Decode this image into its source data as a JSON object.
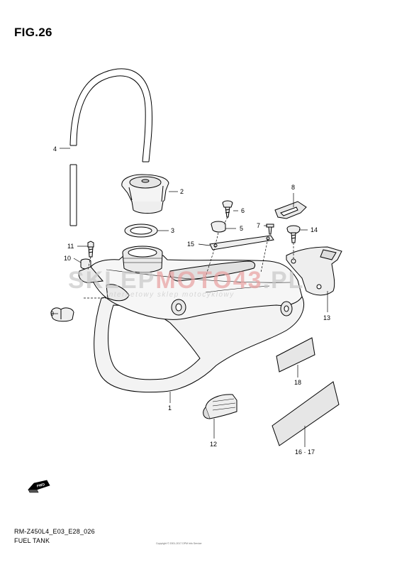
{
  "figure": {
    "title": "FIG.26"
  },
  "watermark": {
    "brand_part1": "SKLEP",
    "brand_part2": "MOTO",
    "brand_part3": "43",
    "brand_part4": ".PL",
    "tagline": "internetowy sklep motocyklowy",
    "color_grey": "#c8c8c8",
    "color_red": "#e8a0a0"
  },
  "parts": [
    {
      "id": "part-1",
      "label": "1"
    },
    {
      "id": "part-2",
      "label": "2"
    },
    {
      "id": "part-3",
      "label": "3"
    },
    {
      "id": "part-4",
      "label": "4"
    },
    {
      "id": "part-5",
      "label": "5"
    },
    {
      "id": "part-6",
      "label": "6"
    },
    {
      "id": "part-7",
      "label": "7"
    },
    {
      "id": "part-8",
      "label": "8"
    },
    {
      "id": "part-9",
      "label": "9"
    },
    {
      "id": "part-10",
      "label": "10"
    },
    {
      "id": "part-11",
      "label": "11"
    },
    {
      "id": "part-12",
      "label": "12"
    },
    {
      "id": "part-13",
      "label": "13"
    },
    {
      "id": "part-14",
      "label": "14"
    },
    {
      "id": "part-15",
      "label": "15"
    },
    {
      "id": "part-16-17",
      "label": "16 · 17"
    },
    {
      "id": "part-18",
      "label": "18"
    }
  ],
  "direction_marker": {
    "text": "FWD",
    "icon": "fwd-arrow-icon"
  },
  "footer": {
    "model_code": "RM-Z450L4_E03_E28_026",
    "section": "FUEL TANK",
    "copyright": "Copyright © 2001-2017 DPM Info Service"
  }
}
